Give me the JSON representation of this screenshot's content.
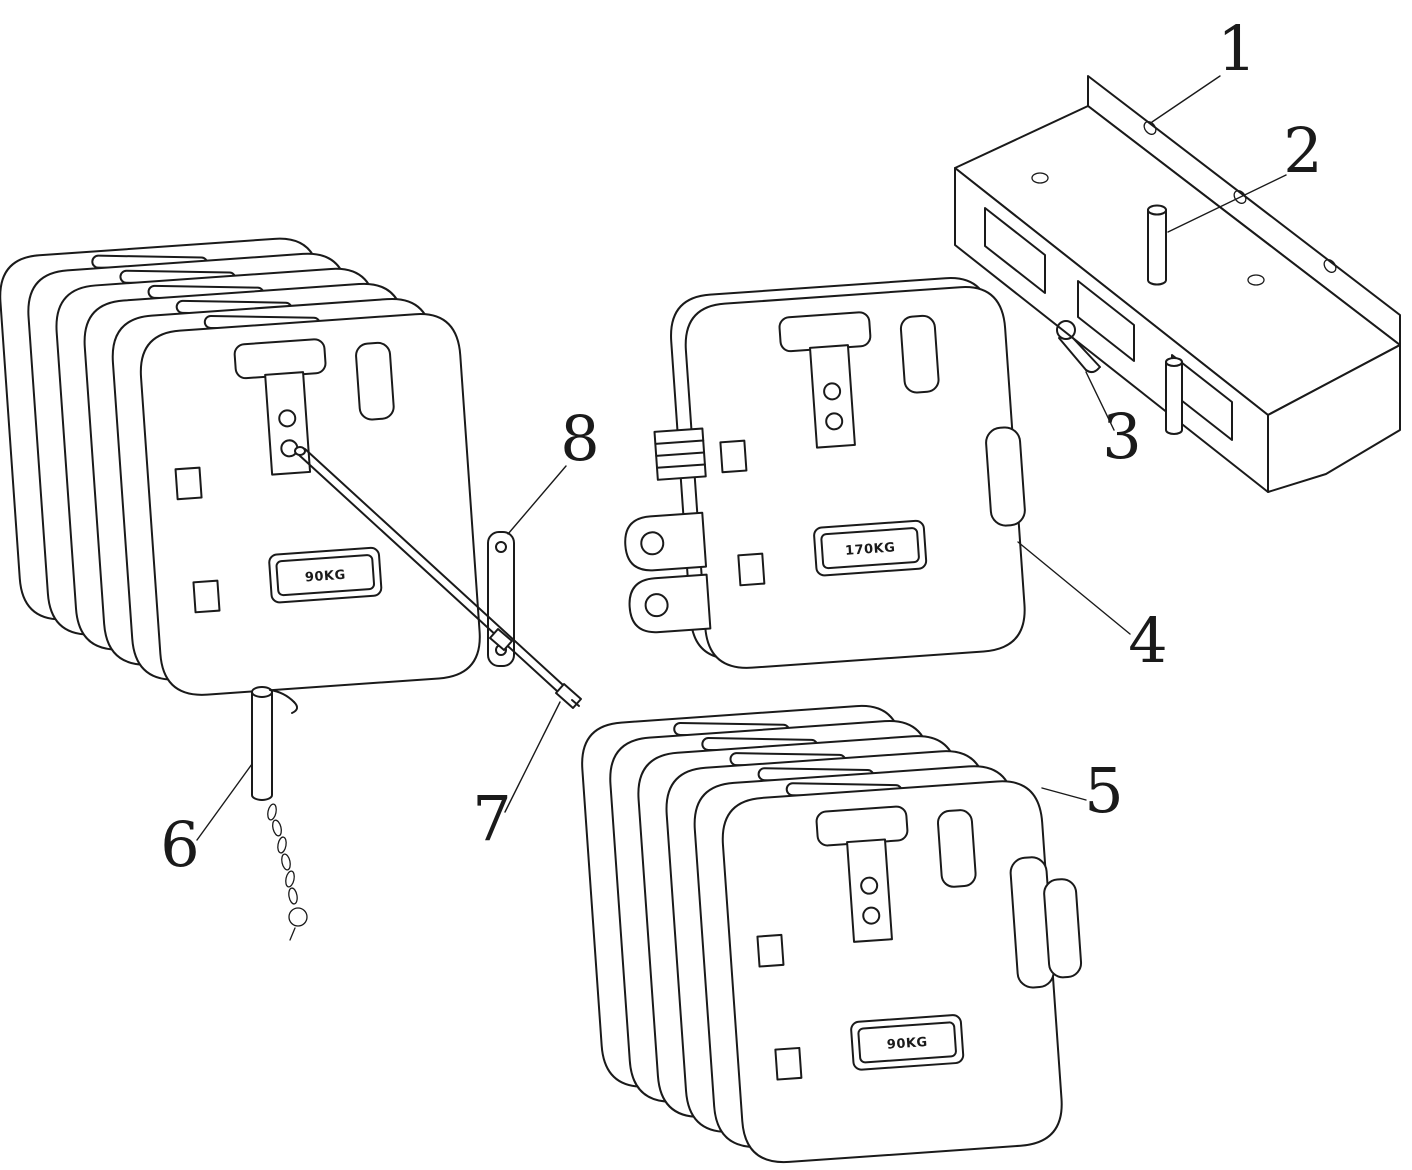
{
  "figure": {
    "background": "#ffffff",
    "line_color": "#1a1a1a"
  },
  "callouts": [
    "1",
    "2",
    "3",
    "4",
    "5",
    "6",
    "7",
    "8"
  ],
  "plaques": {
    "left_stack": "90KG",
    "single_plate": "170KG",
    "bottom_stack": "90KG"
  }
}
